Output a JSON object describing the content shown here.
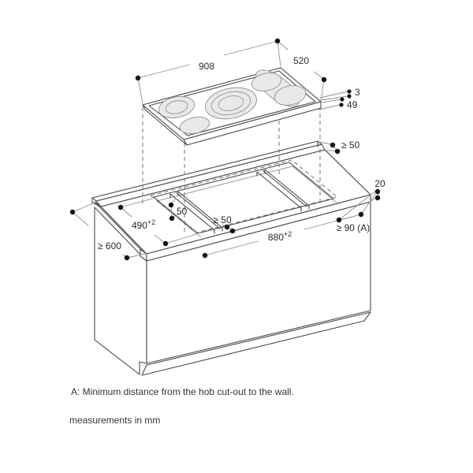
{
  "figure": {
    "type": "hob-installation-diagram",
    "subject": "built-in ceramic hob above base cabinet with worktop cut-out",
    "colors": {
      "line": "#4a4a4a",
      "dimension_line": "#8f8f8f",
      "dot": "#141414",
      "zone_fill": "#e9e9e9",
      "text": "#2b2b2b"
    }
  },
  "dims": {
    "hob_width": "908",
    "hob_depth": "520",
    "glass_height_above_worktop": "3",
    "hob_installation_depth": "49",
    "rear_clearance": "≥ 50",
    "worktop_thickness": "20",
    "cutout_depth": "490",
    "cutout_depth_tol": "+2",
    "support_bar_width": "50",
    "front_clearance": "≥ 50",
    "cutout_width": "880",
    "cutout_width_tol": "+2",
    "side_clearance": "≥ 90 (A)",
    "worktop_depth": "≥ 600"
  },
  "notes": {
    "footnote_a": "A: Minimum distance from the hob cut-out to the wall.",
    "units": "measurements in mm"
  }
}
